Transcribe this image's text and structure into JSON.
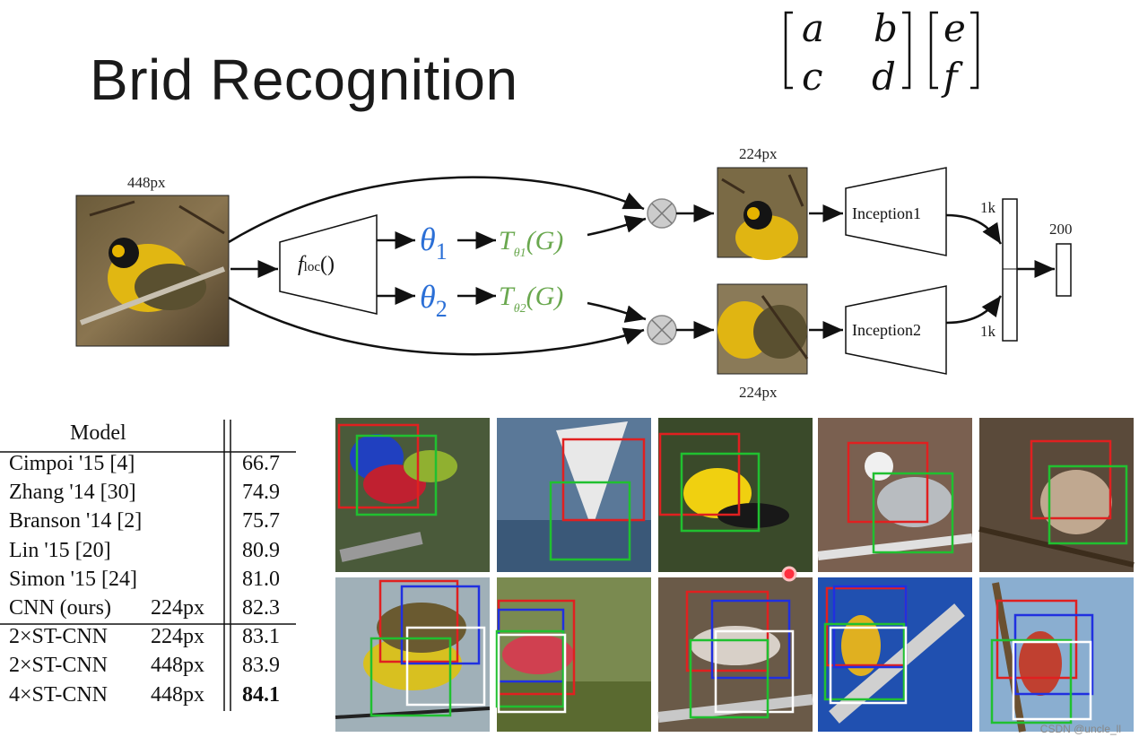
{
  "slide": {
    "title": "Brid Recognition",
    "matrix": {
      "a": "a",
      "b": "b",
      "c": "c",
      "d": "d",
      "e": "e",
      "f": "f"
    }
  },
  "diagram": {
    "input_size_label": "448px",
    "floc_label": "f",
    "floc_sub": "loc",
    "floc_paren": "()",
    "theta1": "θ",
    "theta1_sub": "1",
    "theta2": "θ",
    "theta2_sub": "2",
    "transform_T": "T",
    "transform_sub1": "θ1",
    "transform_sub2": "θ2",
    "transform_arg": "(G)",
    "crop_top_label": "224px",
    "crop_bottom_label": "224px",
    "inception1": "Inception1",
    "inception2": "Inception2",
    "feat_top": "1k",
    "feat_bottom": "1k",
    "output": "200"
  },
  "table": {
    "header": "Model",
    "rows": [
      {
        "model": "Cimpoi '15 [4]",
        "res": "",
        "acc": "66.7",
        "bold": false
      },
      {
        "model": "Zhang '14 [30]",
        "res": "",
        "acc": "74.9",
        "bold": false
      },
      {
        "model": "Branson '14 [2]",
        "res": "",
        "acc": "75.7",
        "bold": false
      },
      {
        "model": "Lin '15 [20]",
        "res": "",
        "acc": "80.9",
        "bold": false
      },
      {
        "model": "Simon '15 [24]",
        "res": "",
        "acc": "81.0",
        "bold": false
      },
      {
        "model": "CNN (ours)",
        "res": "224px",
        "acc": "82.3",
        "bold": false
      },
      {
        "model": "2×ST-CNN",
        "res": "224px",
        "acc": "83.1",
        "bold": false
      },
      {
        "model": "2×ST-CNN",
        "res": "448px",
        "acc": "83.9",
        "bold": false
      },
      {
        "model": "4×ST-CNN",
        "res": "448px",
        "acc": "84.1",
        "bold": true
      }
    ]
  },
  "colors": {
    "theta": "#2b6fd6",
    "transform": "#6aa84f",
    "box_red": "#e02020",
    "box_green": "#20c030",
    "box_blue": "#2030e0",
    "box_white": "#ffffff"
  },
  "watermark": "CSDN @uncle_ll"
}
